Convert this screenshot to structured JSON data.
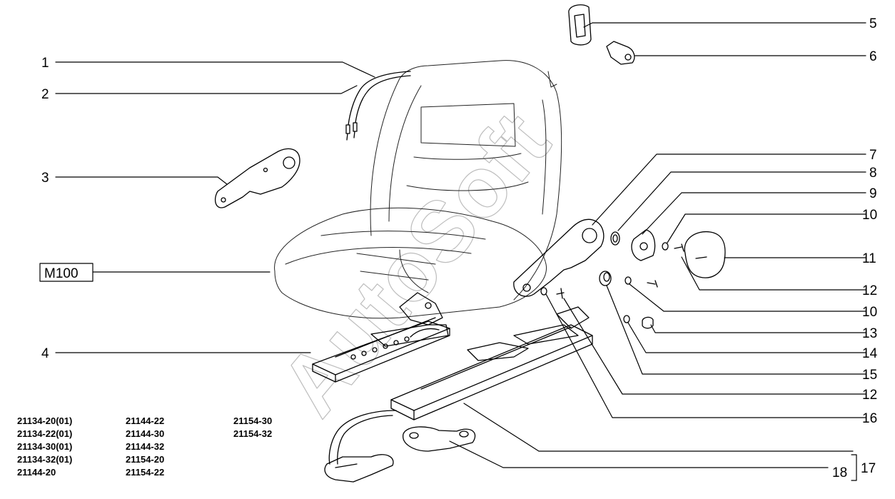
{
  "watermark": "AutoSoft",
  "callouts": {
    "c1": "1",
    "c2": "2",
    "c3": "3",
    "c4": "4",
    "m100": "M100",
    "c5": "5",
    "c6": "6",
    "c7": "7",
    "c8": "8",
    "c9": "9",
    "c10a": "10",
    "c11": "11",
    "c12a": "12",
    "c10b": "10",
    "c13": "13",
    "c14": "14",
    "c15": "15",
    "c12b": "12",
    "c16": "16",
    "c17": "17",
    "c18": "18"
  },
  "model_codes": {
    "col1": [
      "21134-20(01)",
      "21134-22(01)",
      "21134-30(01)",
      "21134-32(01)",
      "21144-20"
    ],
    "col2": [
      "21144-22",
      "21144-30",
      "21144-32",
      "21154-20",
      "21154-22"
    ],
    "col3": [
      "21154-30",
      "21154-32"
    ]
  }
}
